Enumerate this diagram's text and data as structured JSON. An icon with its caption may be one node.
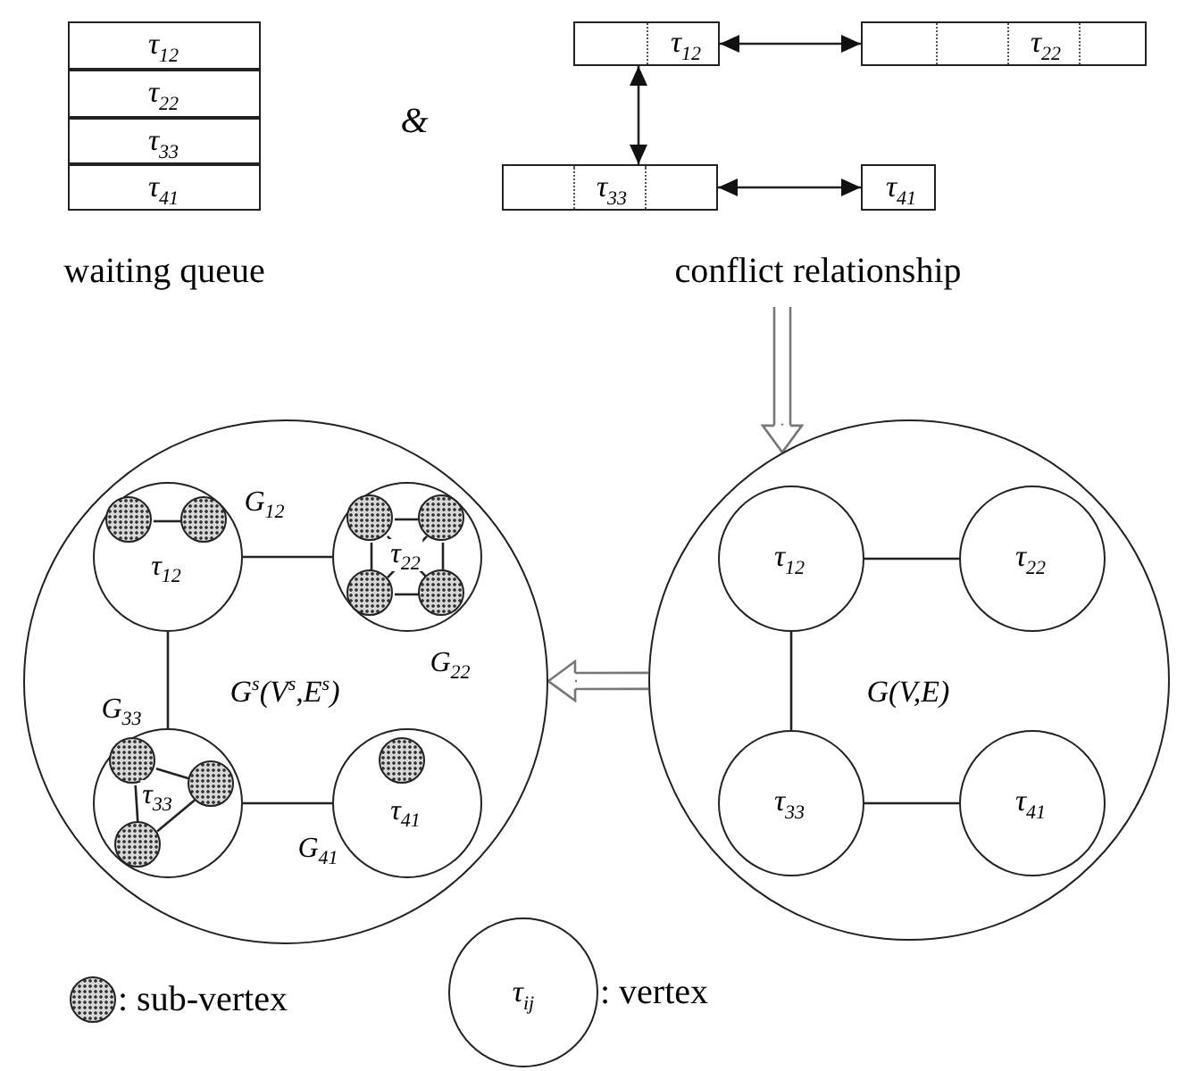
{
  "diagram": {
    "nodes": [
      {
        "text": [
          "τ$_{12}$"
        ]
      },
      {
        "text": [
          "τ$_{22}$"
        ]
      },
      {
        "text": [
          "τ$_{33}$"
        ]
      },
      {
        "text": [
          "τ$_{41}$"
        ]
      },
      {
        "text": [
          "τ$_{12}$"
        ]
      },
      {
        "text": [
          "τ$_{22}$"
        ]
      },
      {
        "text": [
          "τ$_{33}$"
        ]
      },
      {
        "text": [
          "τ$_{41}$"
        ]
      },
      {
        "text": [
          "G(V,E)"
        ]
      },
      {
        "text": [
          "τ$_{12}$"
        ],
        "in": 8
      },
      {
        "text": [
          "τ$_{22}$"
        ],
        "in": 8
      },
      {
        "text": [
          "τ$_{33}$"
        ],
        "in": 8
      },
      {
        "text": [
          "τ$_{41}$"
        ],
        "in": 8
      },
      {
        "text": [
          "G$^{s}$(V$^{s}$,E$^{s}$)"
        ]
      },
      {
        "text": [
          "τ$_{12}$"
        ],
        "in": 13,
        "beside": [
          "G$_{12}$"
        ]
      },
      {
        "text": [],
        "shape": "circle",
        "in": 14
      },
      {
        "text": [],
        "shape": "circle",
        "in": 14
      },
      {
        "text": [
          "τ$_{22}$"
        ],
        "in": 13,
        "beside": [
          "G$_{22}$"
        ]
      },
      {
        "text": [],
        "shape": "circle",
        "in": 17
      },
      {
        "text": [],
        "shape": "circle",
        "in": 17
      },
      {
        "text": [],
        "shape": "circle",
        "in": 17
      },
      {
        "text": [],
        "shape": "circle",
        "in": 17
      },
      {
        "text": [
          "τ$_{33}$"
        ],
        "in": 13,
        "beside": [
          "G$_{33}$"
        ]
      },
      {
        "text": [],
        "shape": "circle",
        "in": 22
      },
      {
        "text": [],
        "shape": "circle",
        "in": 22
      },
      {
        "text": [],
        "shape": "circle",
        "in": 22
      },
      {
        "text": [
          "τ$_{41}$"
        ],
        "in": 13,
        "beside": [
          "G$_{41}$"
        ]
      },
      {
        "text": [],
        "shape": "circle",
        "in": 26
      }
    ],
    "edges": [
      {
        "from": 4,
        "to": 5,
        "arrow": "both"
      },
      {
        "from": 4,
        "to": 6,
        "arrow": "both"
      },
      {
        "from": 6,
        "to": 7,
        "arrow": "both"
      },
      {
        "from": null,
        "to": 8,
        "arrow": "to"
      },
      {
        "from": 8,
        "to": 13,
        "arrow": "to"
      },
      {
        "from": 9,
        "to": 10,
        "arrow": "none"
      },
      {
        "from": 9,
        "to": 11,
        "arrow": "none"
      },
      {
        "from": 11,
        "to": 12,
        "arrow": "none"
      },
      {
        "from": 14,
        "to": 17,
        "arrow": "none"
      },
      {
        "from": 14,
        "to": 22,
        "arrow": "none"
      },
      {
        "from": 22,
        "to": 26,
        "arrow": "none"
      },
      {
        "from": 15,
        "to": 16,
        "arrow": "none"
      },
      {
        "from": 18,
        "to": 19,
        "arrow": "none"
      },
      {
        "from": 18,
        "to": 20,
        "arrow": "none"
      },
      {
        "from": 19,
        "to": 21,
        "arrow": "none"
      },
      {
        "from": 20,
        "to": 21,
        "arrow": "none"
      },
      {
        "from": 18,
        "to": 21,
        "arrow": "none"
      },
      {
        "from": 19,
        "to": 20,
        "arrow": "none"
      },
      {
        "from": 23,
        "to": 24,
        "arrow": "none"
      },
      {
        "from": 23,
        "to": 25,
        "arrow": "none"
      },
      {
        "from": 24,
        "to": 25,
        "arrow": "none"
      }
    ],
    "labels": [
      "waiting queue",
      "&",
      "conflict relationship",
      "τ$_{ij}$"
    ],
    "legend": [
      {
        "text": ": sub-vertex"
      },
      {
        "text": ": vertex"
      }
    ]
  }
}
